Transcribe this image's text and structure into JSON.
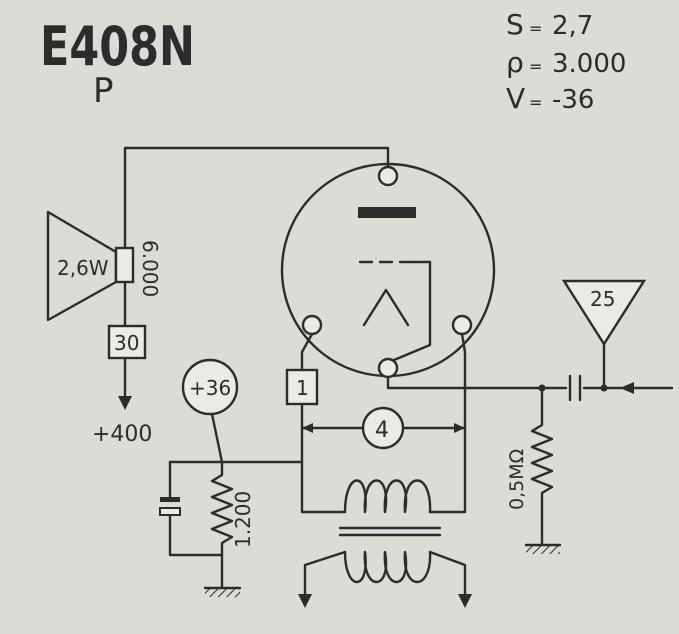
{
  "header": {
    "tube_type": "E408N",
    "tube_class": "P",
    "params": [
      {
        "symbol": "S",
        "eq": "=",
        "value": "2,7"
      },
      {
        "symbol": "ρ",
        "eq": "=",
        "value": "3.000"
      },
      {
        "symbol": "V",
        "eq": "=",
        "value": "-36"
      }
    ]
  },
  "speaker": {
    "power": "2,6W",
    "impedance": "6.000"
  },
  "choke": {
    "value": "30"
  },
  "supply": {
    "plate": "+400"
  },
  "bias": {
    "voltage": "+36",
    "resistor": "1.200"
  },
  "filament": {
    "box": "1",
    "circle": "4"
  },
  "input": {
    "amplitude": "25",
    "grid_resistor": "0,5MΩ"
  }
}
